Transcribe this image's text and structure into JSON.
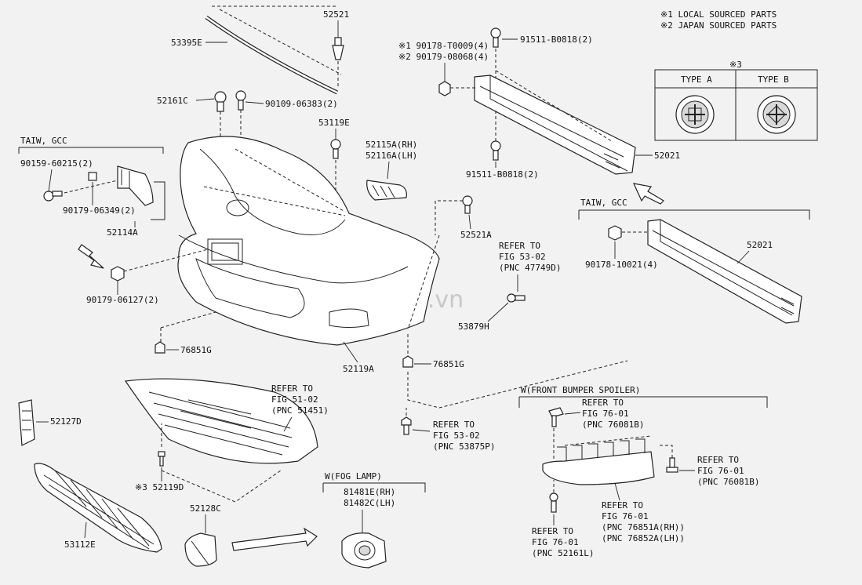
{
  "notes": {
    "line1": "※1 LOCAL SOURCED PARTS",
    "line2": "※2 JAPAN SOURCED PARTS"
  },
  "type_box": {
    "marker": "※3",
    "type_a": "TYPE A",
    "type_b": "TYPE B"
  },
  "groups": {
    "taiw_gcc_left": "TAIW, GCC",
    "taiw_gcc_right": "TAIW, GCC",
    "spoiler": "W(FRONT BUMPER SPOILER)",
    "fog_lamp": "W(FOG LAMP)"
  },
  "labels": {
    "p52521": "52521",
    "p53395e": "53395E",
    "p52161c": "52161C",
    "p90109": "90109-06383(2)",
    "p53119e": "53119E",
    "p90159": "90159-60215(2)",
    "p90179_06349": "90179-06349(2)",
    "p52114a": "52114A",
    "p90179_06127": "90179-06127(2)",
    "p52115a": "52115A(RH)",
    "p52116a": "52116A(LH)",
    "p52521a": "52521A",
    "p90178_t": "※1 90178-T0009(4)",
    "p90179_08": "※2 90179-08068(4)",
    "p91511_top": "91511-B0818(2)",
    "p91511_bot": "91511-B0818(2)",
    "p52021_top": "52021",
    "p52021_bot": "52021",
    "p90178_10021": "90178-10021(4)",
    "ref5302_a": "REFER TO",
    "ref5302_b": "FIG 53-02",
    "ref5302_c": "(PNC 47749D)",
    "p53879h": "53879H",
    "p76851g_l": "76851G",
    "p76851g_r": "76851G",
    "p52119a": "52119A",
    "ref5102_a": "REFER TO",
    "ref5102_b": "FIG 51-02",
    "ref5102_c": "(PNC 51451)",
    "ref5302b_a": "REFER TO",
    "ref5302b_b": "FIG 53-02",
    "ref5302b_c": "(PNC 53875P)",
    "p52127d": "52127D",
    "p52119d": "※3 52119D",
    "p53112e": "53112E",
    "p52128c": "52128C",
    "p81481e": "81481E(RH)",
    "p81482c": "81482C(LH)",
    "ref7601a_a": "REFER TO",
    "ref7601a_b": "FIG 76-01",
    "ref7601a_c": "(PNC 76081B)",
    "ref7601b_a": "REFER TO",
    "ref7601b_b": "FIG 76-01",
    "ref7601b_c": "(PNC 76081B)",
    "ref7601c_a": "REFER TO",
    "ref7601c_b": "FIG 76-01",
    "ref7601c_c": "(PNC 76851A(RH))",
    "ref7601c_d": "(PNC 76852A(LH))",
    "ref7601d_a": "REFER TO",
    "ref7601d_b": "FIG 76-01",
    "ref7601d_c": "(PNC 52161L)"
  },
  "watermark": "sedanviet.vn"
}
